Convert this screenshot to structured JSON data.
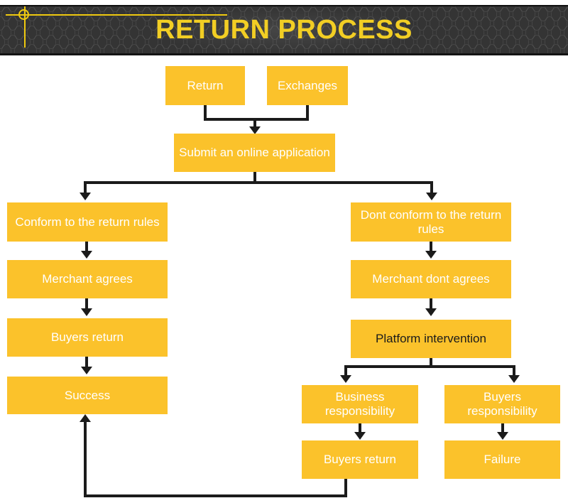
{
  "banner": {
    "title": "RETURN PROCESS",
    "background_color": "#343434",
    "title_color": "#F2CE24",
    "guide_color": "#EFC90F"
  },
  "theme": {
    "node_fill": "#FBC22B",
    "node_text": "#FFFFFF",
    "node_text_alt": "#1B1B1B",
    "connector_color": "#1B1B1B",
    "page_background": "#FFFFFF"
  },
  "flowchart": {
    "type": "flowchart",
    "orientation": "top-down",
    "nodes": [
      {
        "id": "return",
        "label": "Return",
        "text_color": "white"
      },
      {
        "id": "exchanges",
        "label": "Exchanges",
        "text_color": "white"
      },
      {
        "id": "submit",
        "label": "Submit an online application",
        "text_color": "white"
      },
      {
        "id": "conform",
        "label": "Conform to the return rules",
        "text_color": "white"
      },
      {
        "id": "merchant-agrees",
        "label": "Merchant agrees",
        "text_color": "white"
      },
      {
        "id": "buyers-return-left",
        "label": "Buyers return",
        "text_color": "white"
      },
      {
        "id": "success",
        "label": "Success",
        "text_color": "white"
      },
      {
        "id": "dont-conform",
        "label": "Dont conform to the return rules",
        "text_color": "white"
      },
      {
        "id": "merchant-dont-agrees",
        "label": "Merchant dont agrees",
        "text_color": "white"
      },
      {
        "id": "platform",
        "label": "Platform intervention",
        "text_color": "black"
      },
      {
        "id": "business-resp",
        "label": "Business responsibility",
        "text_color": "white"
      },
      {
        "id": "buyers-resp",
        "label": "Buyers responsibility",
        "text_color": "white"
      },
      {
        "id": "buyers-return-right",
        "label": "Buyers return",
        "text_color": "white"
      },
      {
        "id": "failure",
        "label": "Failure",
        "text_color": "white"
      }
    ],
    "edges": [
      {
        "from": "return",
        "to": "submit"
      },
      {
        "from": "exchanges",
        "to": "submit"
      },
      {
        "from": "submit",
        "to": "conform"
      },
      {
        "from": "submit",
        "to": "dont-conform"
      },
      {
        "from": "conform",
        "to": "merchant-agrees"
      },
      {
        "from": "merchant-agrees",
        "to": "buyers-return-left"
      },
      {
        "from": "buyers-return-left",
        "to": "success"
      },
      {
        "from": "dont-conform",
        "to": "merchant-dont-agrees"
      },
      {
        "from": "merchant-dont-agrees",
        "to": "platform"
      },
      {
        "from": "platform",
        "to": "business-resp"
      },
      {
        "from": "platform",
        "to": "buyers-resp"
      },
      {
        "from": "business-resp",
        "to": "buyers-return-right"
      },
      {
        "from": "buyers-resp",
        "to": "failure"
      },
      {
        "from": "buyers-return-right",
        "to": "success"
      }
    ]
  }
}
